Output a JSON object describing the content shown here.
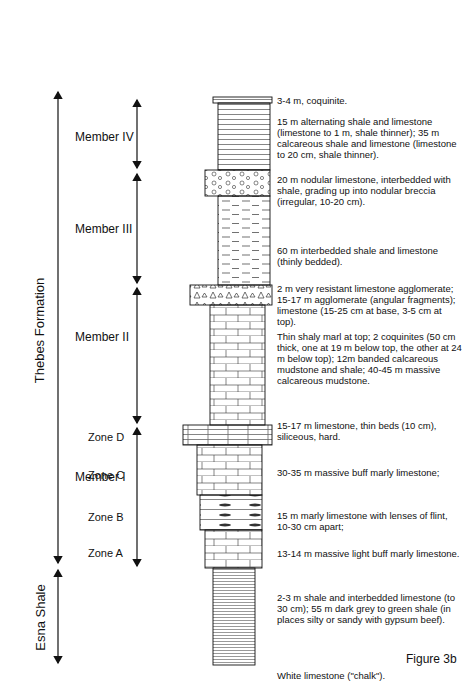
{
  "diagram": {
    "caption": "Figure 3b",
    "labels": [
      "Thebes Formation",
      "Esna Shale",
      "Member IV",
      "Member III",
      "Member II",
      "Member I",
      "Zone D",
      "Zone C",
      "Zone B",
      "Zone A",
      "3-4 m, coquinite.",
      "15 m alternating shale and limestone (limestone to 1 m, shale thinner); 35 m calcareous shale and limestone (limestone to 20 cm, shale thinner).",
      "20 m nodular limestone, interbedded with shale, grading up into nodular breccia (irregular, 10-20 cm).",
      "60 m interbedded shale and limestone (thinly bedded).",
      "2 m very resistant limestone agglomerate; 15-17 m agglomerate (angular fragments); limestone (15-25 cm at base, 3-5 cm at top).",
      "Thin shaly marl at top; 2 coquinites (50 cm thick, one at 19 m below top, the other at 24 m below top); 12m banded calcareous mudstone and shale; 40-45 m massive calcareous mudstone.",
      "15-17 m limestone, thin beds (10 cm), siliceous, hard.",
      "30-35 m massive buff marly limestone;",
      "15 m marly limestone with lenses of flint, 10-30 cm apart;",
      "13-14 m massive light buff marly limestone.",
      "2-3 m shale and interbedded limestone (to 30 cm); 55 m dark grey to green shale (in places silty or sandy with gypsum beef).",
      "White limestone (\"chalk\")."
    ]
  }
}
